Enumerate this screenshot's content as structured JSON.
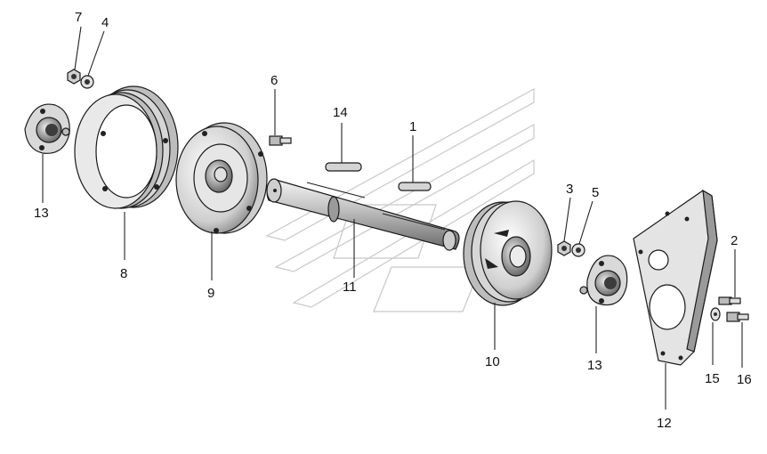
{
  "diagram": {
    "callouts": [
      {
        "id": "c7a",
        "text": "7"
      },
      {
        "id": "c4",
        "text": "4"
      },
      {
        "id": "c13a",
        "text": "13"
      },
      {
        "id": "c8",
        "text": "8"
      },
      {
        "id": "c9",
        "text": "9"
      },
      {
        "id": "c6",
        "text": "6"
      },
      {
        "id": "c14",
        "text": "14"
      },
      {
        "id": "c1",
        "text": "1"
      },
      {
        "id": "c11",
        "text": "11"
      },
      {
        "id": "c10",
        "text": "10"
      },
      {
        "id": "c3",
        "text": "3"
      },
      {
        "id": "c5",
        "text": "5"
      },
      {
        "id": "c13b",
        "text": "13"
      },
      {
        "id": "c2",
        "text": "2"
      },
      {
        "id": "c15",
        "text": "15"
      },
      {
        "id": "c16",
        "text": "16"
      },
      {
        "id": "c12",
        "text": "12"
      }
    ]
  }
}
